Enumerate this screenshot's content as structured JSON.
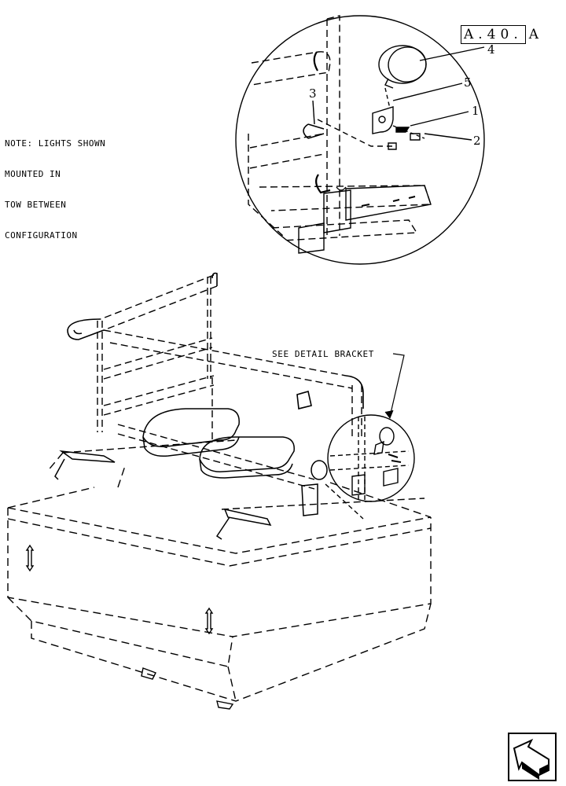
{
  "reference": {
    "code": "A.40.",
    "suffix": "A"
  },
  "note": {
    "lines": [
      "NOTE: LIGHTS SHOWN",
      "MOUNTED IN",
      "TOW BETWEEN",
      "CONFIGURATION"
    ]
  },
  "detail_label": "SEE DETAIL  BRACKET",
  "callouts": [
    "1",
    "2",
    "3",
    "4",
    "5"
  ],
  "navigation": {
    "icon": "next-page-arrow-icon"
  }
}
